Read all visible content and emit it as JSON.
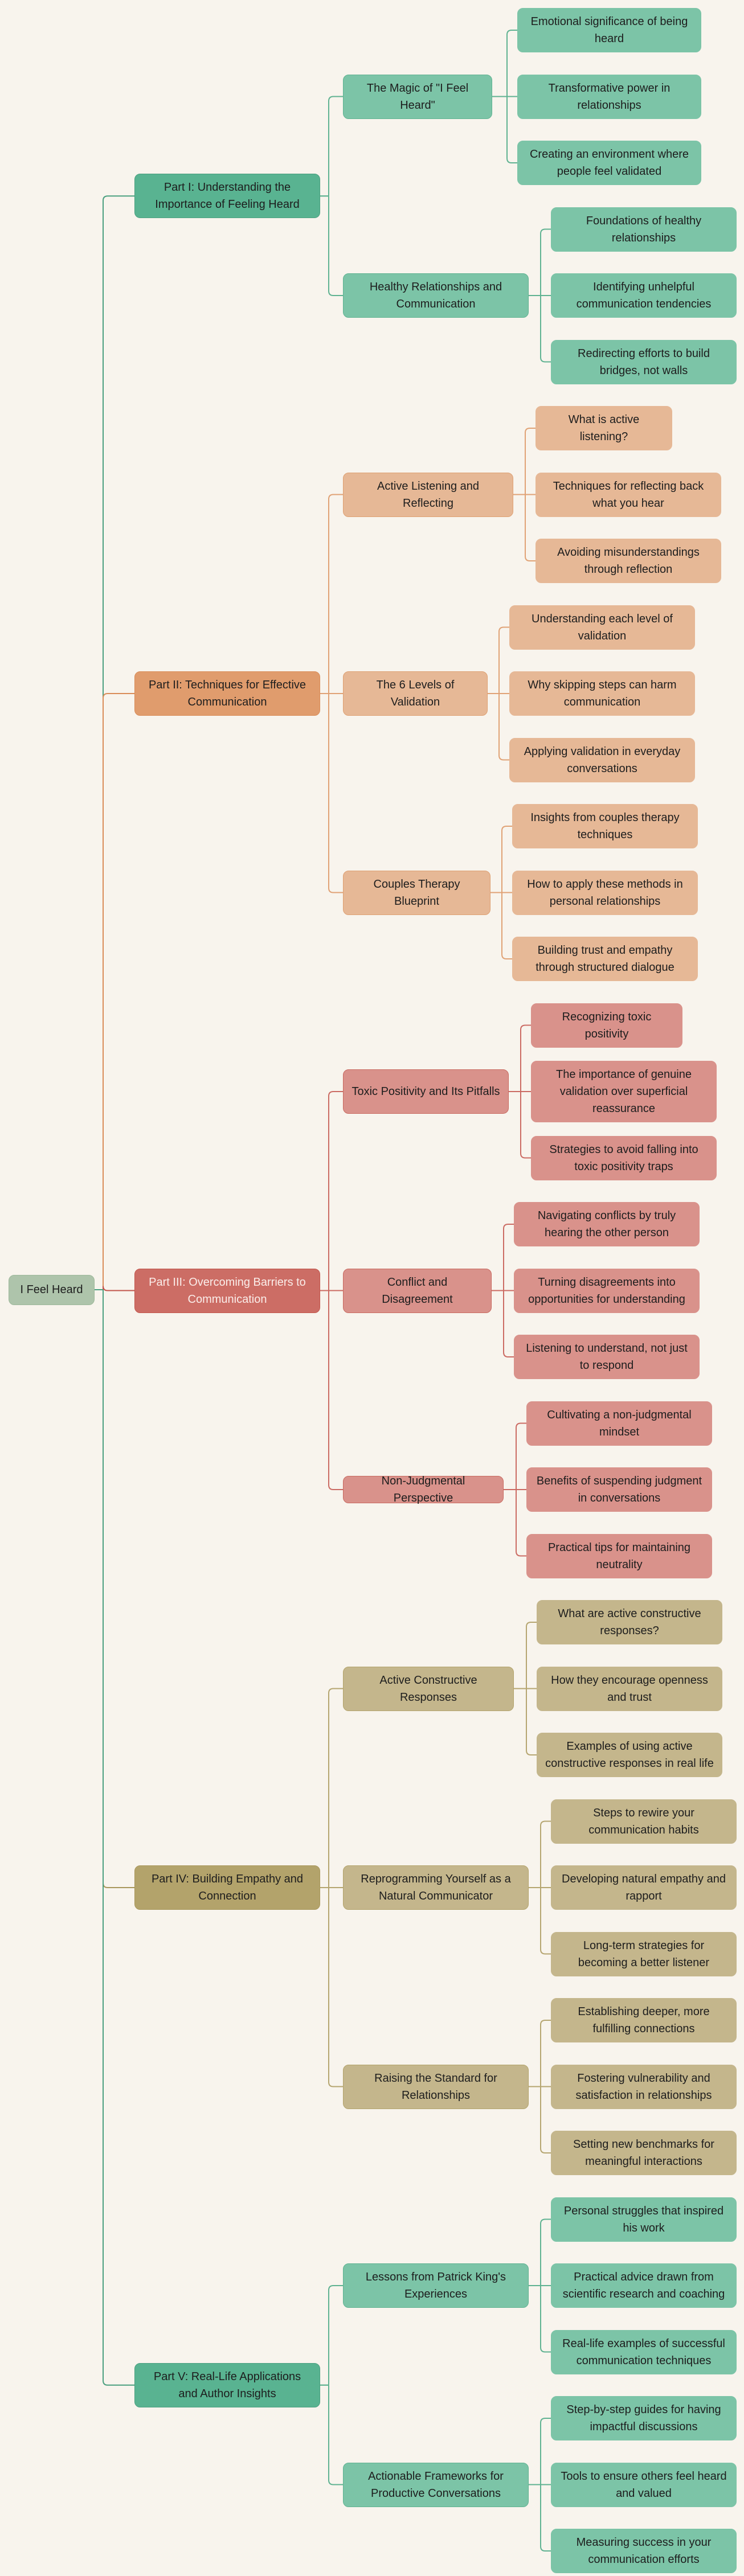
{
  "root": {
    "label": "I Feel Heard",
    "fill": "#aec4ab",
    "border": "#9db89a"
  },
  "parts": [
    {
      "label": "Part I: Understanding the Importance of Feeling Heard",
      "palette": {
        "main": "#59b391",
        "main_border": "#4a9f7f",
        "sub": "#7cc4a7",
        "sub_border": "#5fb291",
        "leaf": "#7cc4a7",
        "line": "#5fb291",
        "text": "#1d1d1d"
      },
      "sections": [
        {
          "label": "The Magic of \"I Feel Heard\"",
          "items": [
            "Emotional significance of being heard",
            "Transformative power in relationships",
            "Creating an environment where people feel validated"
          ]
        },
        {
          "label": "Healthy Relationships and Communication",
          "items": [
            "Foundations of healthy relationships",
            "Identifying unhelpful communication tendencies",
            "Redirecting efforts to build bridges, not walls"
          ]
        }
      ]
    },
    {
      "label": "Part II: Techniques for Effective Communication",
      "palette": {
        "main": "#e09c6d",
        "main_border": "#d98c58",
        "sub": "#e6b896",
        "sub_border": "#dea072",
        "leaf": "#e6b896",
        "line": "#e0a275",
        "text": "#1d1d1d"
      },
      "sections": [
        {
          "label": "Active Listening and Reflecting",
          "items": [
            "What is active listening?",
            "Techniques for reflecting back what you hear",
            "Avoiding misunderstandings through reflection"
          ]
        },
        {
          "label": "The 6 Levels of Validation",
          "items": [
            "Understanding each level of validation",
            "Why skipping steps can harm communication",
            "Applying validation in everyday conversations"
          ]
        },
        {
          "label": "Couples Therapy Blueprint",
          "items": [
            "Insights from couples therapy techniques",
            "How to apply these methods in personal relationships",
            "Building trust and empathy through structured dialogue"
          ]
        }
      ]
    },
    {
      "label": "Part III: Overcoming Barriers to Communication",
      "palette": {
        "main": "#cc6d65",
        "main_border": "#c2554c",
        "sub": "#d9928b",
        "sub_border": "#c86960",
        "leaf": "#d9928b",
        "line": "#cb6b63",
        "text": "#1d1d1d",
        "main_text": "#fbeeea"
      },
      "sections": [
        {
          "label": "Toxic Positivity and Its Pitfalls",
          "items": [
            "Recognizing toxic positivity",
            "The importance of genuine validation over superficial reassurance",
            "Strategies to avoid falling into toxic positivity traps"
          ]
        },
        {
          "label": "Conflict and Disagreement",
          "items": [
            "Navigating conflicts by truly hearing the other person",
            "Turning disagreements into opportunities for understanding",
            "Listening to understand, not just to respond"
          ]
        },
        {
          "label": "Non-Judgmental Perspective",
          "items": [
            "Cultivating a non-judgmental mindset",
            "Benefits of suspending judgment in conversations",
            "Practical tips for maintaining neutrality"
          ]
        }
      ]
    },
    {
      "label": "Part IV: Building Empathy and Connection",
      "palette": {
        "main": "#b3a36b",
        "main_border": "#a8975b",
        "sub": "#c4b68c",
        "sub_border": "#b3a36b",
        "leaf": "#c4b68c",
        "line": "#b5a570",
        "text": "#1d1d1d"
      },
      "sections": [
        {
          "label": "Active Constructive Responses",
          "items": [
            "What are active constructive responses?",
            "How they encourage openness and trust",
            "Examples of using active constructive responses in real life"
          ]
        },
        {
          "label": "Reprogramming Yourself as a Natural Communicator",
          "items": [
            "Steps to rewire your communication habits",
            "Developing natural empathy and rapport",
            "Long-term strategies for becoming a better listener"
          ]
        },
        {
          "label": "Raising the Standard for Relationships",
          "items": [
            "Establishing deeper, more fulfilling connections",
            "Fostering vulnerability and satisfaction in relationships",
            "Setting new benchmarks for meaningful interactions"
          ]
        }
      ]
    },
    {
      "label": "Part V: Real-Life Applications and Author Insights",
      "palette": {
        "main": "#59b391",
        "main_border": "#4a9f7f",
        "sub": "#7cc4a7",
        "sub_border": "#5fb291",
        "leaf": "#7cc4a7",
        "line": "#5fb291",
        "text": "#1d1d1d"
      },
      "sections": [
        {
          "label": "Lessons from Patrick King's Experiences",
          "items": [
            "Personal struggles that inspired his work",
            "Practical advice drawn from scientific research and coaching",
            "Real-life examples of successful communication techniques"
          ]
        },
        {
          "label": "Actionable Frameworks for Productive Conversations",
          "items": [
            "Step-by-step guides for having impactful discussions",
            "Tools to ensure others feel heard and valued",
            "Measuring success in your communication efforts"
          ]
        }
      ]
    }
  ]
}
